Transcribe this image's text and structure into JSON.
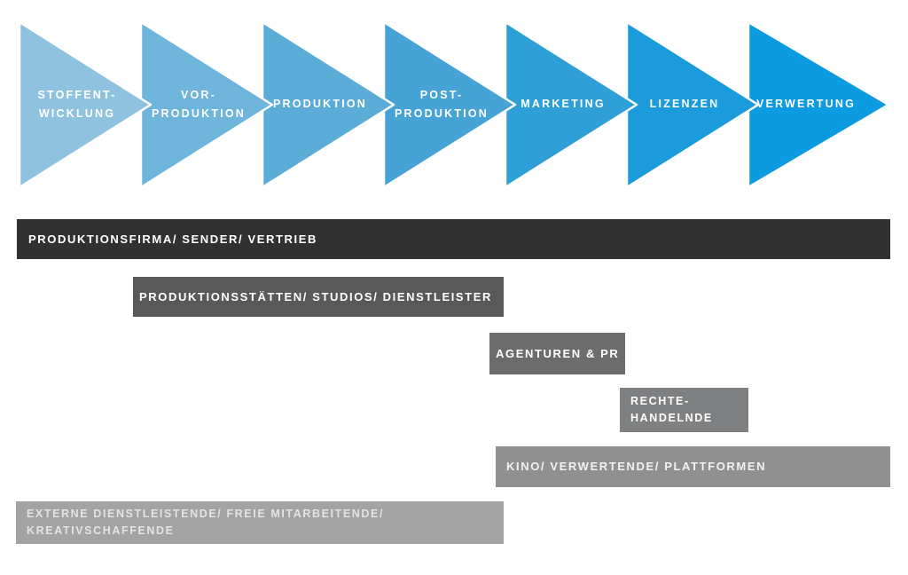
{
  "page": {
    "background": "#FFFFFF"
  },
  "funnel": {
    "label_color": "#FFFFFF",
    "arrow_outline": "#FFFFFF",
    "stages": [
      {
        "label": "STOFFENT-\nWICKLUNG",
        "color": "#8FC2DF"
      },
      {
        "label": "VOR-\nPRODUKTION",
        "color": "#6FB4DA"
      },
      {
        "label": "PRODUKTION",
        "color": "#5CACD8"
      },
      {
        "label": "POST-\nPRODUKTION",
        "color": "#47A3D6"
      },
      {
        "label": "MARKETING",
        "color": "#2F9FD8"
      },
      {
        "label": "LIZENZEN",
        "color": "#1B9BDB"
      },
      {
        "label": "VERWERTUNG",
        "color": "#0C9AE0"
      }
    ]
  },
  "bands": [
    {
      "label": "PRODUKTIONSFIRMA/ SENDER/ VERTRIEB",
      "color": "#313131",
      "text_color": "#FFFFFF"
    },
    {
      "label": "PRODUKTIONSSTÄTTEN/ STUDIOS/ DIENSTLEISTER",
      "color": "#595959",
      "text_color": "#FFFFFF"
    },
    {
      "label": "AGENTUREN & PR",
      "color": "#6C6C6C",
      "text_color": "#FFFFFF"
    },
    {
      "label": "RECHTE-\nHANDELNDE",
      "color": "#7F8082",
      "text_color": "#FFFFFF"
    },
    {
      "label": "KINO/ VERWERTENDE/ PLATTFORMEN",
      "color": "#909090",
      "text_color": "#F2F2F2"
    },
    {
      "label": "EXTERNE DIENSTLEISTENDE/ FREIE MITARBEITENDE/\nKREATIVSCHAFFENDE",
      "color": "#A3A3A3",
      "text_color": "#E3E3E3"
    }
  ]
}
